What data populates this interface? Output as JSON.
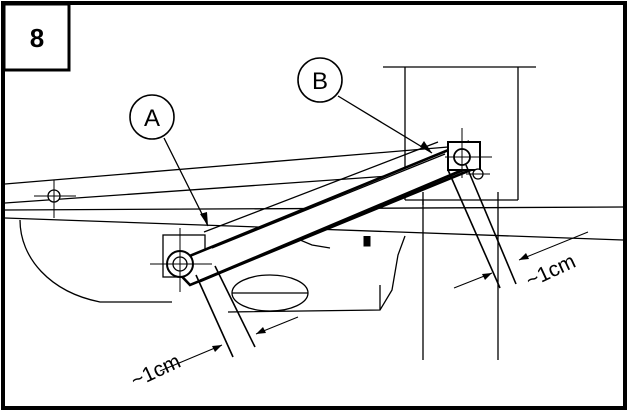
{
  "step": {
    "number": "8"
  },
  "callouts": [
    {
      "id": "A",
      "label": "A"
    },
    {
      "id": "B",
      "label": "B"
    }
  ],
  "dimensions": [
    {
      "id": "left-gap",
      "label": "~1cm"
    },
    {
      "id": "right-gap",
      "label": "~1cm"
    }
  ],
  "colors": {
    "ink": "#000000",
    "paper": "#ffffff"
  }
}
